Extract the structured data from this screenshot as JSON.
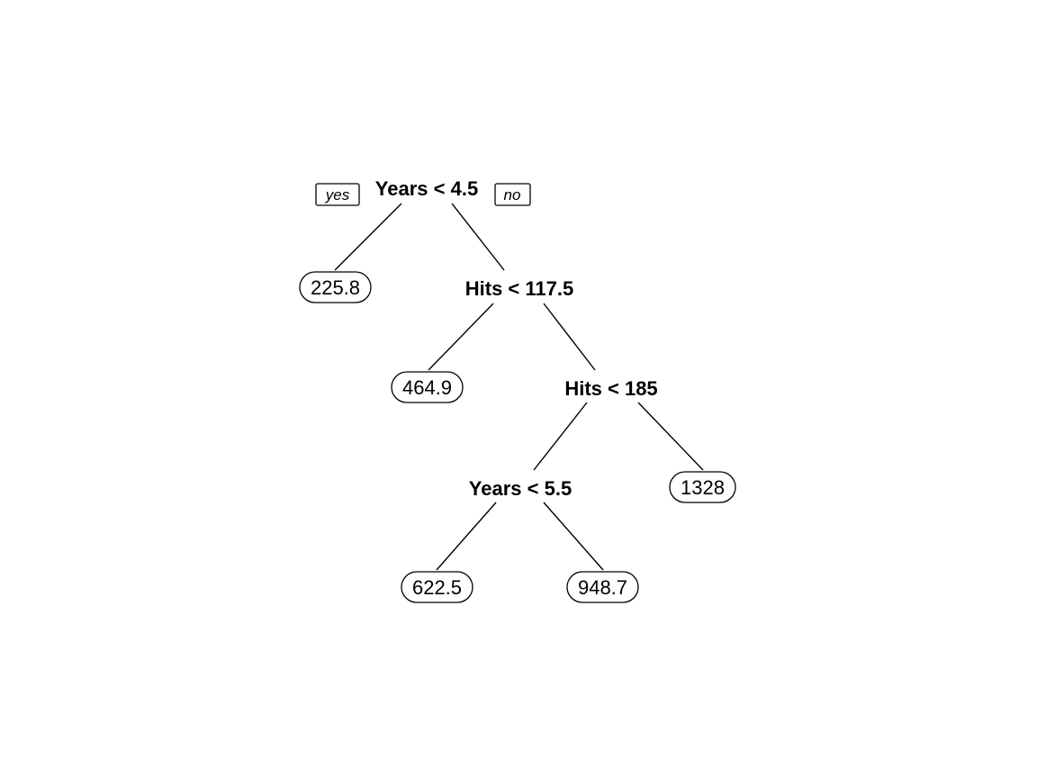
{
  "tree": {
    "branch_labels": {
      "yes": "yes",
      "no": "no"
    },
    "splits": {
      "years_lt_4_5": "Years < 4.5",
      "hits_lt_117_5": "Hits < 117.5",
      "hits_lt_185": "Hits < 185",
      "years_lt_5_5": "Years < 5.5"
    },
    "leaves": {
      "leaf_225_8": "225.8",
      "leaf_464_9": "464.9",
      "leaf_622_5": "622.5",
      "leaf_948_7": "948.7",
      "leaf_1328": "1328"
    }
  }
}
